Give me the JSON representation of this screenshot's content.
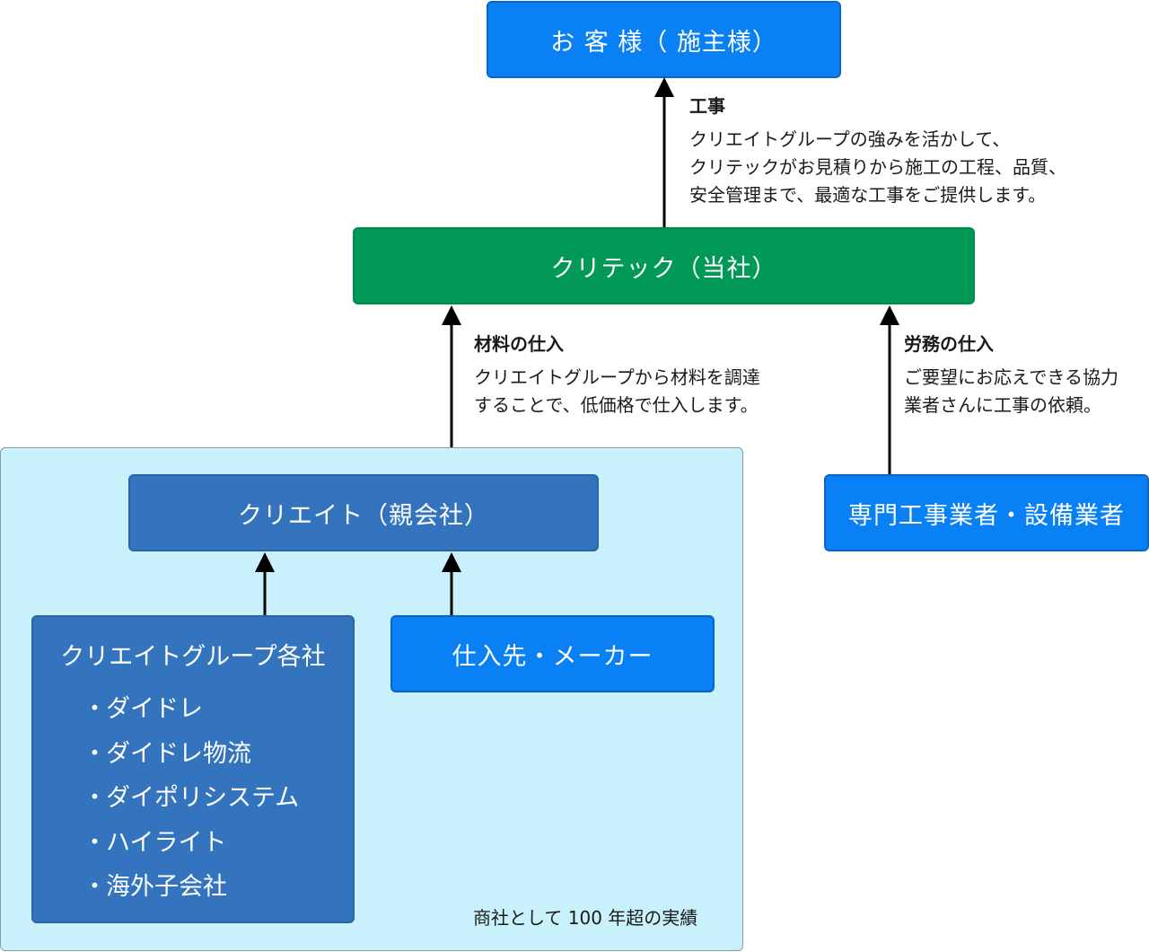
{
  "customer_box": {
    "label": "お 客 様（ 施主様）"
  },
  "company_box": {
    "label": "クリテック（当社）"
  },
  "parent_box": {
    "label": "クリエイト（親会社）"
  },
  "contractor_box": {
    "label": "専門工事業者・設備業者"
  },
  "supplier_box": {
    "label": "仕入先・メーカー"
  },
  "group_companies": {
    "title": "クリエイトグループ各社",
    "bullet": "・",
    "items": [
      "ダイドレ",
      "ダイドレ物流",
      "ダイポリシステム",
      "ハイライト",
      "海外子会社"
    ]
  },
  "group_note": "商社として 100 年超の実績",
  "annotations": {
    "construction": {
      "heading": "工事",
      "lines": [
        "クリエイトグループの強みを活かして、",
        "クリテックがお見積りから施工の工程、品質、",
        "安全管理まで、最適な工事をご提供します。"
      ]
    },
    "materials": {
      "heading": "材料の仕入",
      "lines": [
        "クリエイトグループから材料を調達",
        "することで、低価格で仕入します。"
      ]
    },
    "labor": {
      "heading": "労務の仕入",
      "lines": [
        "ご要望にお応えできる協力",
        "業者さんに工事の依頼。"
      ]
    }
  },
  "colors": {
    "blue_box": "#0a80f5",
    "green_box": "#009a56",
    "steel_box": "#3474bf",
    "group_background": "#c8f1fb",
    "arrow": "#000000"
  }
}
